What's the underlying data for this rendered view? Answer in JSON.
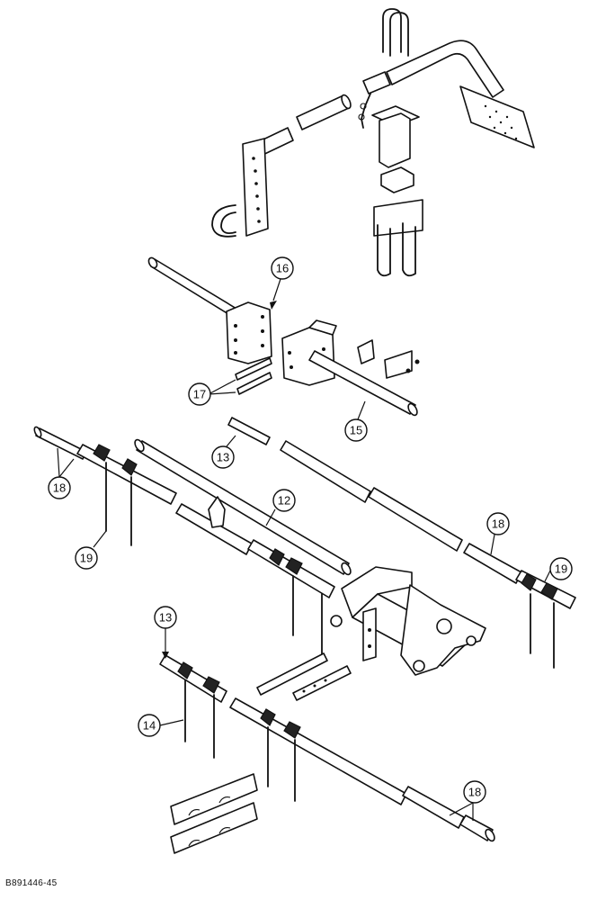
{
  "figure": {
    "reference_code": "B891446-45"
  },
  "callouts": [
    {
      "id": "c16a",
      "label": "16"
    },
    {
      "id": "c17",
      "label": "17"
    },
    {
      "id": "c15",
      "label": "15"
    },
    {
      "id": "c13a",
      "label": "13"
    },
    {
      "id": "c18a",
      "label": "18"
    },
    {
      "id": "c12",
      "label": "12"
    },
    {
      "id": "c19a",
      "label": "19"
    },
    {
      "id": "c18b",
      "label": "18"
    },
    {
      "id": "c19b",
      "label": "19"
    },
    {
      "id": "c13b",
      "label": "13"
    },
    {
      "id": "c14",
      "label": "14"
    },
    {
      "id": "c18c",
      "label": "18"
    }
  ]
}
